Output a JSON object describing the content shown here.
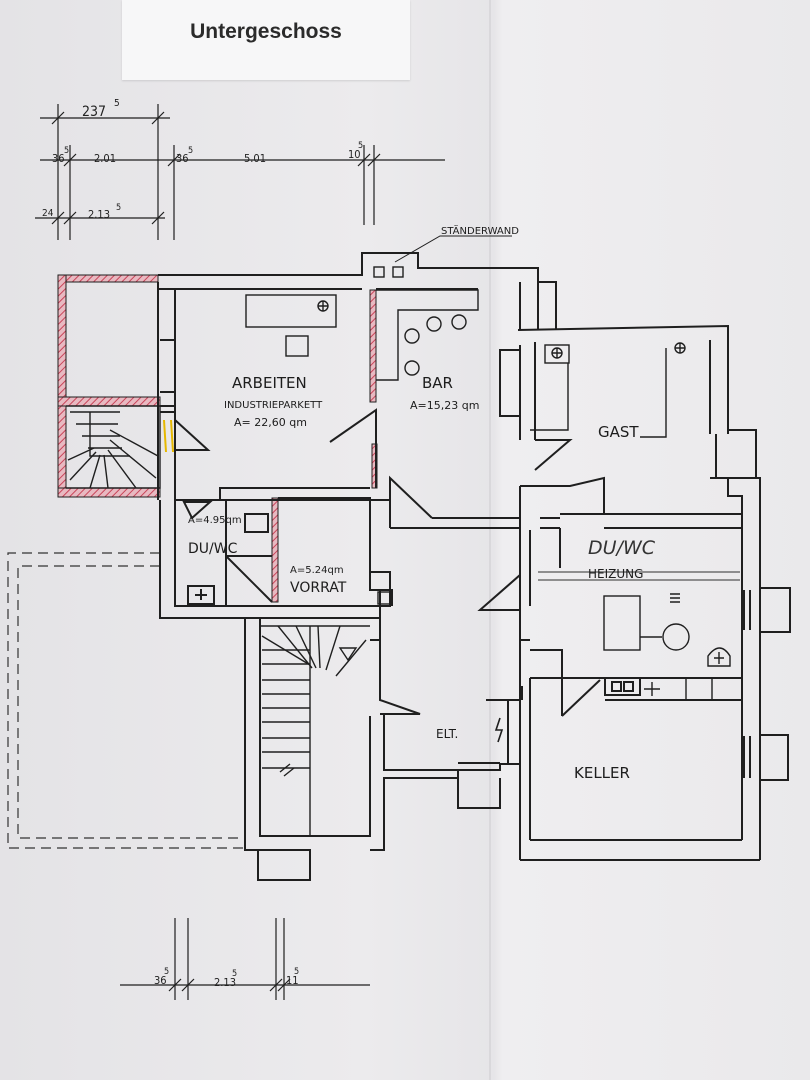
{
  "title": "Untergeschoss",
  "dimensions_top": {
    "overall": "237",
    "overall_sup": "5",
    "d1": "36",
    "d1_sup": "5",
    "d2": "2.01",
    "d3": "36",
    "d3_sup": "5",
    "d4": "5.01",
    "d5": "10",
    "d5_sup": "5",
    "d6": "24",
    "d7": "2.13",
    "d7_sup": "5"
  },
  "dimensions_bottom": {
    "d1": "36",
    "d1_sup": "5",
    "d2": "2.13",
    "d2_sup": "5",
    "d3": "11",
    "d3_sup": "5"
  },
  "annotations": {
    "staenderwand": "STÄNDERWAND",
    "elt": "ELT."
  },
  "rooms": {
    "arbeiten": {
      "name": "ARBEITEN",
      "floor": "INDUSTRIEPARKETT",
      "area": "A= 22,60 qm"
    },
    "bar": {
      "name": "BAR",
      "area": "A=15,23 qm"
    },
    "gast": {
      "name": "GAST"
    },
    "duwc": {
      "name": "DU/WC",
      "area": "A=4.95qm"
    },
    "vorrat": {
      "name": "VORRAT",
      "area": "A=5.24qm"
    },
    "duwc_hand": {
      "name": "DU/WC"
    },
    "heizung": {
      "name": "HEIZUNG"
    },
    "keller": {
      "name": "KELLER"
    }
  },
  "colors": {
    "line": "#1f1f1f",
    "hatch": "#c9455a",
    "paper": "#e9e8ea"
  }
}
